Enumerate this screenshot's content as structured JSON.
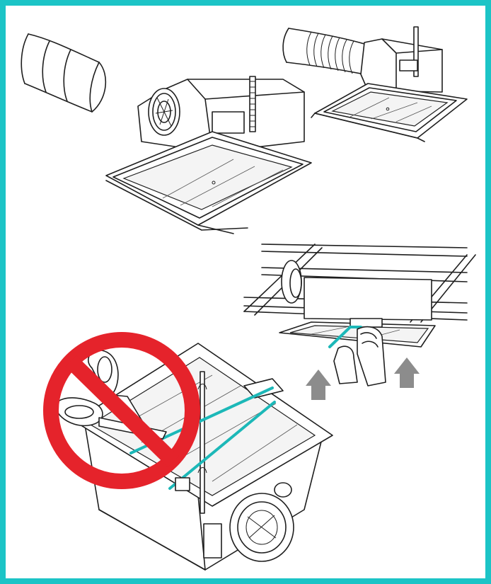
{
  "figure": {
    "border_color": "#1cc4c6",
    "accent_teal": "#1cb8b8",
    "prohibition_color": "#e5232b",
    "arrow_color": "#8c8c8c"
  },
  "panels": [
    {
      "name": "duct-section",
      "icon": "flexible-duct"
    },
    {
      "name": "fan-unit-with-ceiling-grille",
      "icon": "ventilation-box"
    },
    {
      "name": "fan-unit-connected-to-flex-duct",
      "icon": "ventilation-box"
    },
    {
      "name": "grille-push-up-into-ceiling",
      "icon": "hand-and-arrows"
    },
    {
      "name": "do-not-cut-straps",
      "icon": "prohibition-scissors"
    }
  ]
}
